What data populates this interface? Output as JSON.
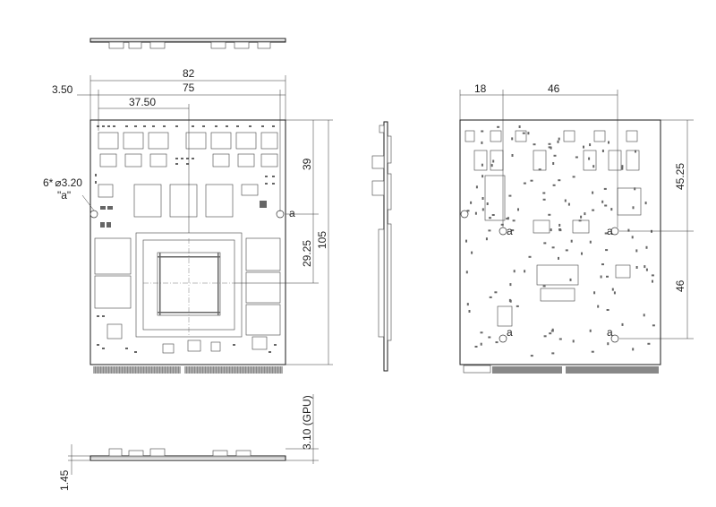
{
  "dimensions": {
    "width_total": "82",
    "width_holes": "75",
    "half_width": "37.50",
    "left_offset": "3.50",
    "height_total": "105",
    "hole_to_top": "39",
    "gpu_center": "29.25",
    "back_left": "18",
    "back_span": "46",
    "back_right_top": "45.25",
    "back_right_bottom": "46",
    "gpu_height": "3.10 (GPU)",
    "pcb_thickness": "1.45"
  },
  "hole_note": {
    "count": "6*",
    "symbol": "⌀",
    "diameter": "3.20",
    "ref": "\"a\""
  },
  "hole_ref_labels": [
    "a",
    "a",
    "a",
    "a",
    "a"
  ],
  "colors": {
    "line": "#1a1a1a",
    "background": "#ffffff"
  }
}
